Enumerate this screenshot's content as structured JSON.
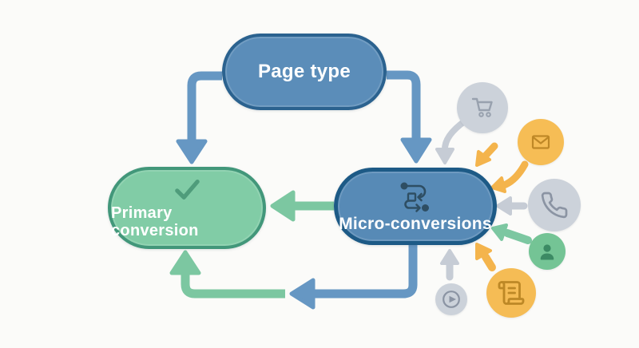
{
  "diagram": {
    "title": "Conversion flow diagram",
    "background_color": "#fbfbf9",
    "nodes": {
      "page_type": {
        "label": "Page type",
        "fill": "#5b8db9",
        "border_color": "#2b628f",
        "text_color": "#ffffff",
        "shape": "pill"
      },
      "primary_conversion": {
        "label": "Primary conversion",
        "fill": "#81cca6",
        "border_color": "#42977a",
        "text_color": "#ffffff",
        "icon": "checkmark-icon",
        "shape": "pill"
      },
      "micro_conversions": {
        "label": "Micro-conversions",
        "fill": "#578ab6",
        "border_color": "#1d5a86",
        "text_color": "#ffffff",
        "icon": "workflow-icon",
        "shape": "pill"
      }
    },
    "connectors": [
      {
        "name": "page-type-to-primary-conversion",
        "from": "page_type",
        "to": "primary_conversion",
        "color": "#6697c3",
        "style": "elbow, arrow down"
      },
      {
        "name": "page-type-to-micro-conversions",
        "from": "page_type",
        "to": "micro_conversions",
        "color": "#6697c3",
        "style": "elbow, arrow down"
      },
      {
        "name": "micro-conversions-to-primary-conversion",
        "from": "micro_conversions",
        "to": "primary_conversion",
        "color": "#7cc7a1",
        "style": "straight, arrow left"
      },
      {
        "name": "micro-conversions-loop-out",
        "from": "micro_conversions",
        "to": "loop-junction",
        "color": "#6697c3",
        "style": "elbow, arrow left"
      },
      {
        "name": "loop-into-primary-conversion",
        "from": "loop-junction",
        "to": "primary_conversion",
        "color": "#7cc7a1",
        "style": "elbow, arrow up"
      }
    ],
    "satellites": [
      {
        "name": "shopping-cart",
        "icon": "shopping-cart-icon",
        "circle_color": "#ccd2da",
        "glyph_color": "#98a1ae",
        "arrow_color": "#c6ccd5",
        "arrow": "curved, points down into micro-conversions"
      },
      {
        "name": "email",
        "icon": "email-icon",
        "circle_color": "#f6bd55",
        "glyph_color": "#bf8827",
        "arrow_color": "#f4b44c",
        "arrow": "two orange arrows point down-left into micro-conversions"
      },
      {
        "name": "phone",
        "icon": "phone-icon",
        "circle_color": "#ccd2da",
        "glyph_color": "#8b94a3",
        "arrow_color": "#c6ccd5",
        "arrow": "straight, points left into micro-conversions"
      },
      {
        "name": "person",
        "icon": "person-icon",
        "circle_color": "#74c495",
        "glyph_color": "#3c8a64",
        "arrow_color": "#7cc7a1",
        "arrow": "straight, points up-left into micro-conversions"
      },
      {
        "name": "scroll-document",
        "icon": "scroll-icon",
        "circle_color": "#f5bc55",
        "glyph_color": "#bd8826",
        "arrow_color": "#f4b44c",
        "arrow": "straight, points up-left into micro-conversions"
      },
      {
        "name": "play-video",
        "icon": "play-icon",
        "circle_color": "#ccd2da",
        "glyph_color": "#8b94a3",
        "arrow_color": "#c6ccd5",
        "arrow": "straight, points up into micro-conversions"
      }
    ]
  }
}
